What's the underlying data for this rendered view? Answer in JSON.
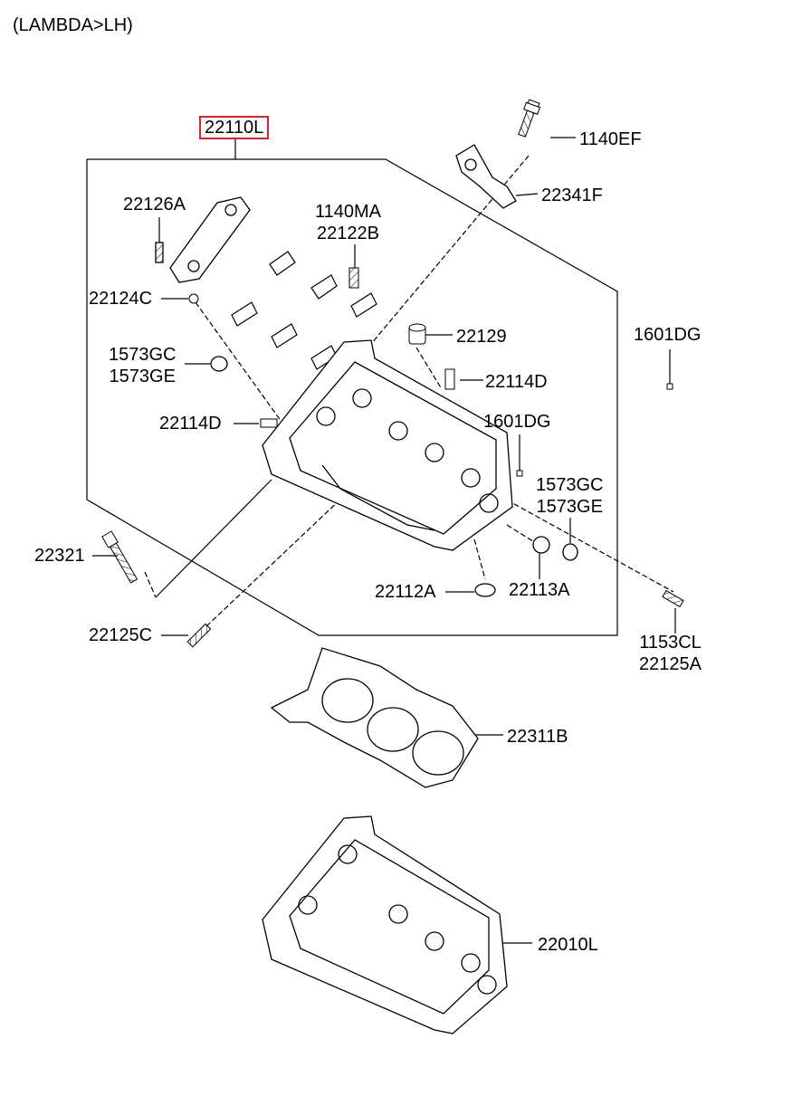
{
  "header": {
    "title": "(LAMBDA>LH)"
  },
  "assembly": {
    "part_number": "22110L",
    "highlight_color": "#e0202a"
  },
  "parts": {
    "p1140EF": "1140EF",
    "p22341F": "22341F",
    "p22126A": "22126A",
    "p1140MA": "1140MA",
    "p22122B": "22122B",
    "p22124C": "22124C",
    "p22129": "22129",
    "p1601DG_out": "1601DG",
    "p1573GC_a": "1573GC",
    "p1573GE_a": "1573GE",
    "p22114D_r": "22114D",
    "p22114D_l": "22114D",
    "p1601DG_in": "1601DG",
    "p1573GC_b": "1573GC",
    "p1573GE_b": "1573GE",
    "p22321": "22321",
    "p22112A": "22112A",
    "p22113A": "22113A",
    "p22125C": "22125C",
    "p1153CL": "1153CL",
    "p22125A": "22125A",
    "p22311B": "22311B",
    "p22010L": "22010L"
  },
  "icons": {
    "bolt": "bolt-icon",
    "bracket": "bracket-icon",
    "cylinder_head": "cylinder-head-icon",
    "head_gasket": "head-gasket-icon",
    "seal": "seal-icon",
    "dowel": "dowel-icon"
  }
}
